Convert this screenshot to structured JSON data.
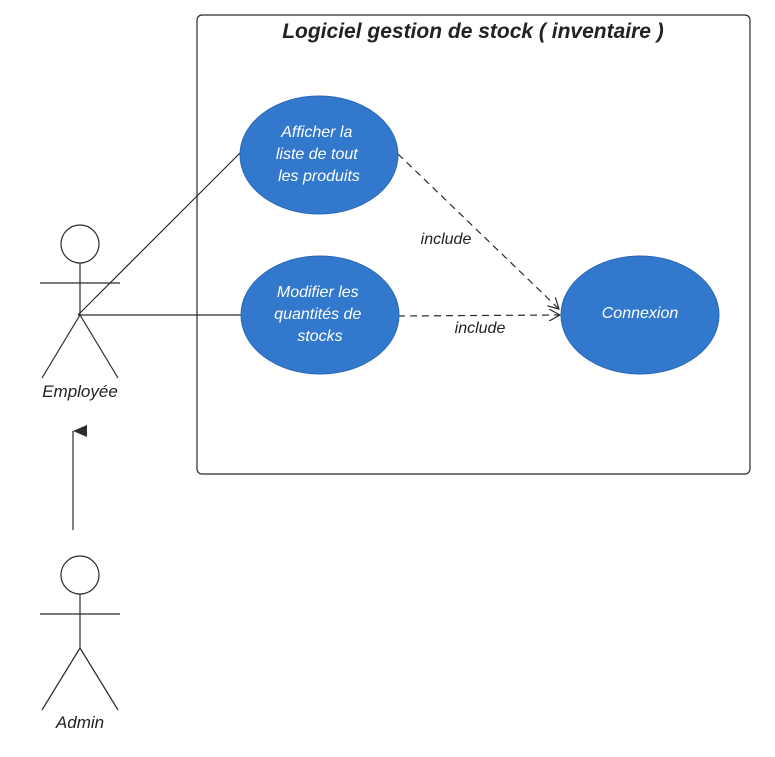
{
  "system": {
    "title": "Logiciel gestion de stock ( inventaire )"
  },
  "actors": {
    "employee": {
      "label": "Employée"
    },
    "admin": {
      "label": "Admin"
    }
  },
  "use_cases": {
    "afficher": {
      "lines": [
        "Afficher la",
        "liste de tout",
        "les produits"
      ]
    },
    "modifier": {
      "lines": [
        "Modifier les",
        "quantités de",
        "stocks"
      ]
    },
    "connexion": {
      "lines": [
        "Connexion"
      ]
    }
  },
  "relations": {
    "include_1": "include",
    "include_2": "include"
  },
  "colors": {
    "use_case_fill": "#3278cd",
    "line": "#2b2b2b"
  }
}
